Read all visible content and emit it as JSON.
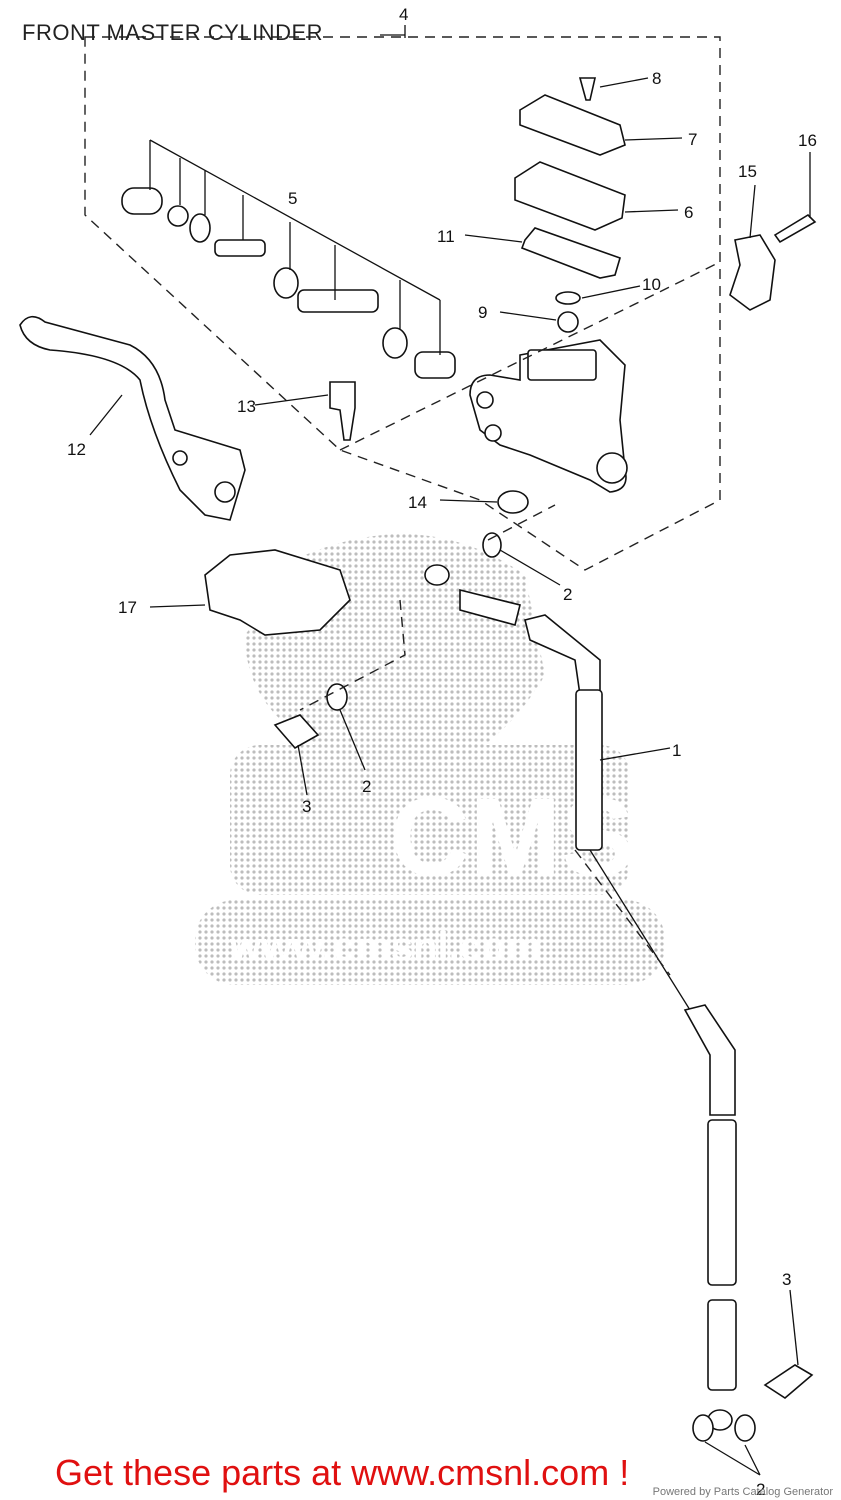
{
  "title": "FRONT MASTER CYLINDER",
  "callouts": [
    "1",
    "2",
    "2",
    "2",
    "3",
    "3",
    "4",
    "5",
    "6",
    "7",
    "8",
    "9",
    "10",
    "11",
    "12",
    "13",
    "14",
    "15",
    "16",
    "17"
  ],
  "footer": {
    "cta": "Get these parts at www.cmsnl.com !",
    "credit": "Powered by Parts Catalog Generator"
  },
  "watermark": {
    "text": "CMS",
    "url": "www.cmsnl.com"
  },
  "colors": {
    "cta": "#e01010",
    "lines": "#111111"
  }
}
